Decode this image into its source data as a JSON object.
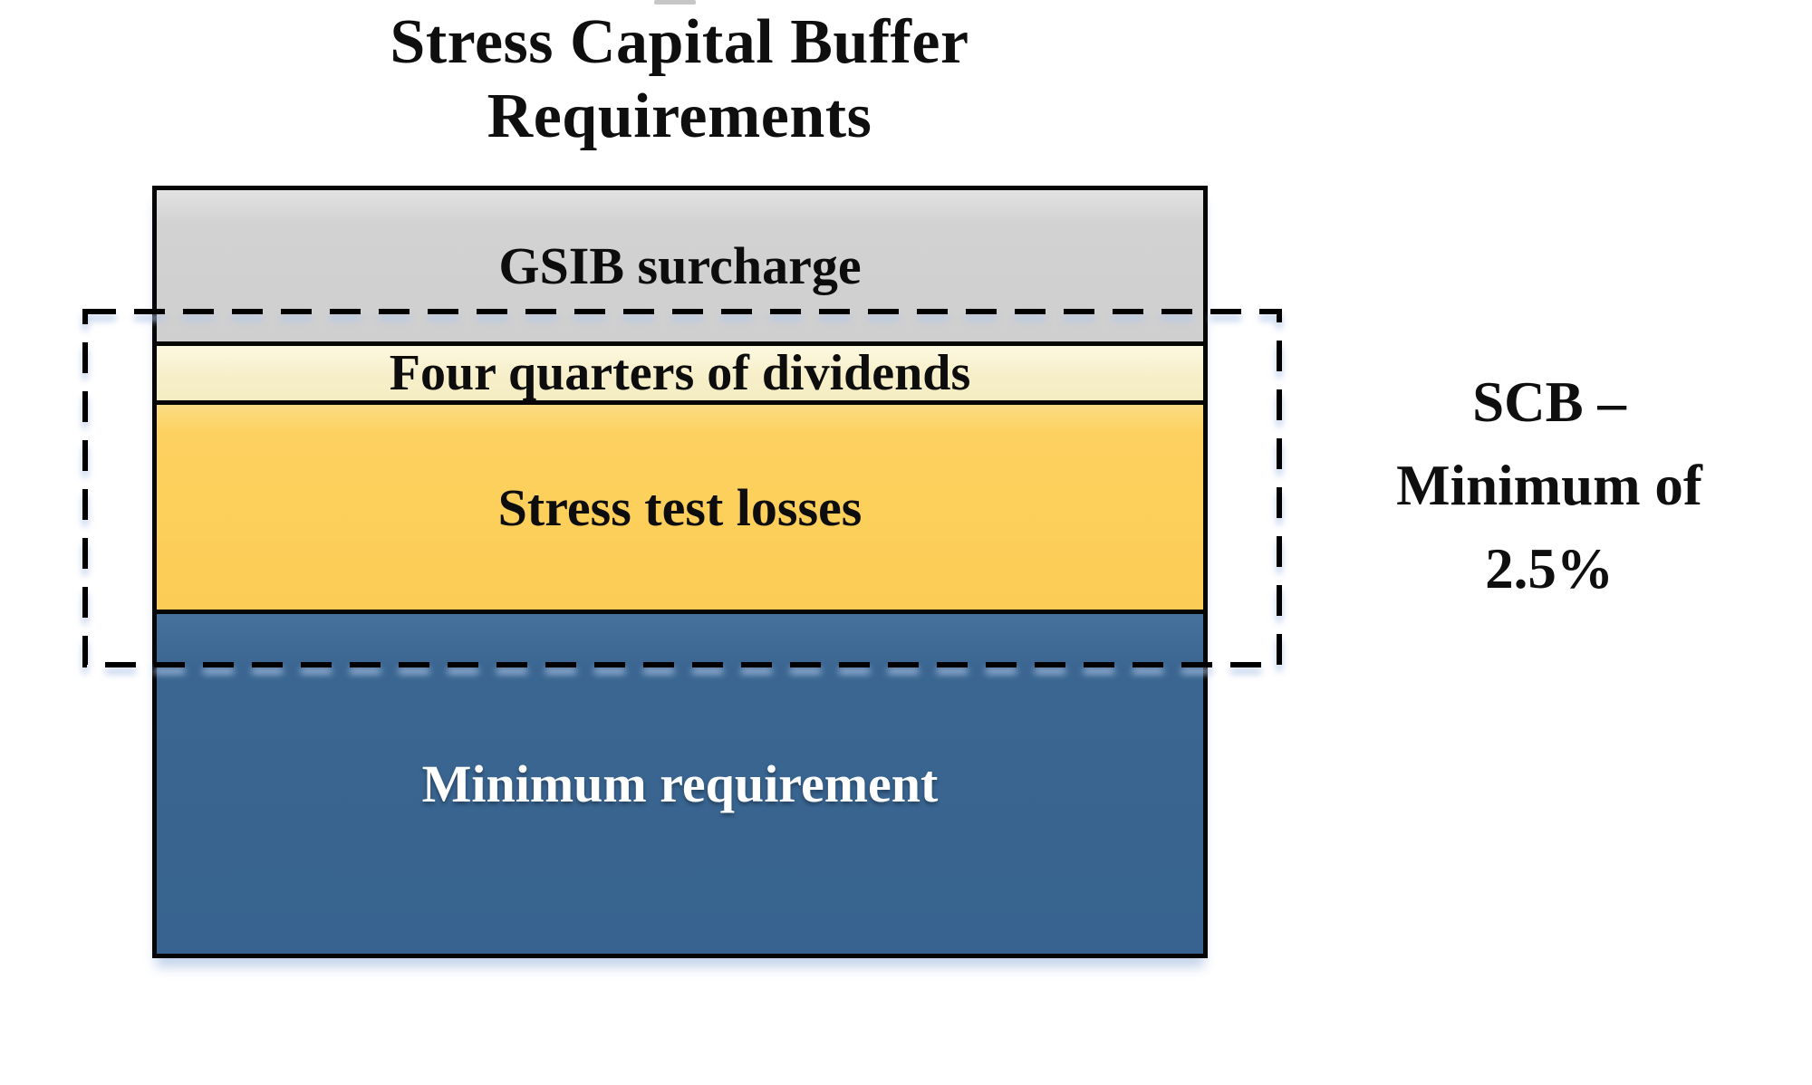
{
  "page": {
    "background_color": "#ffffff",
    "kind": "stacked capital-requirements diagram"
  },
  "title": {
    "line1": "Stress Capital Buffer",
    "line2": "Requirements"
  },
  "stack": {
    "border_color": "#060606",
    "shadow_color": "#bacde7",
    "segments": [
      {
        "label": "GSIB surcharge",
        "fill": "#d1d1d1",
        "text_color": "#0d0d0d"
      },
      {
        "label": "Four quarters of dividends",
        "fill": "#f7efc9",
        "text_color": "#0d0d0d"
      },
      {
        "label": "Stress test losses",
        "fill": "#fdd05e",
        "text_color": "#0d0d0d"
      },
      {
        "label": "Minimum requirement",
        "fill": "#396690",
        "text_color": "#ffffff"
      }
    ]
  },
  "scb_annotation": {
    "line1": "SCB –",
    "line2": "Minimum of",
    "line3": "2.5%",
    "value": "2.5%",
    "bracket_style": "dashed-rectangle",
    "bracket_color": "#000000"
  }
}
